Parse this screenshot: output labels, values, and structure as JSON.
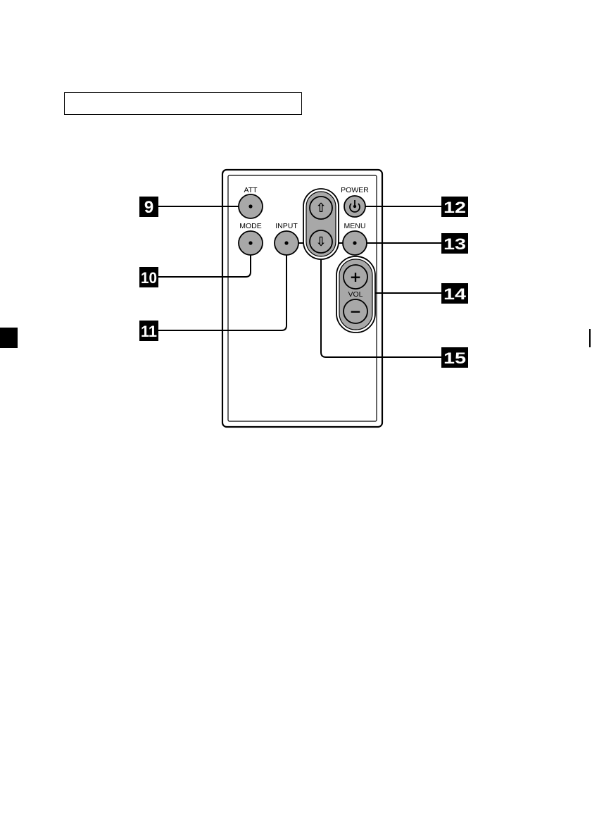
{
  "section_header": "",
  "remote": {
    "buttons": {
      "att": "ATT",
      "mode": "MODE",
      "input": "INPUT",
      "power": "POWER",
      "menu": "MENU",
      "vol": "VOL"
    },
    "symbols": {
      "up": "⇧",
      "down": "⇩",
      "plus": "+",
      "minus": "−"
    }
  },
  "callouts": {
    "att": "9",
    "mode": "10",
    "input": "11",
    "power": "12",
    "menu": "13",
    "vol": "14",
    "updown": "15"
  },
  "colors": {
    "button_fill": "#a8a8a8",
    "ink": "#000000"
  }
}
